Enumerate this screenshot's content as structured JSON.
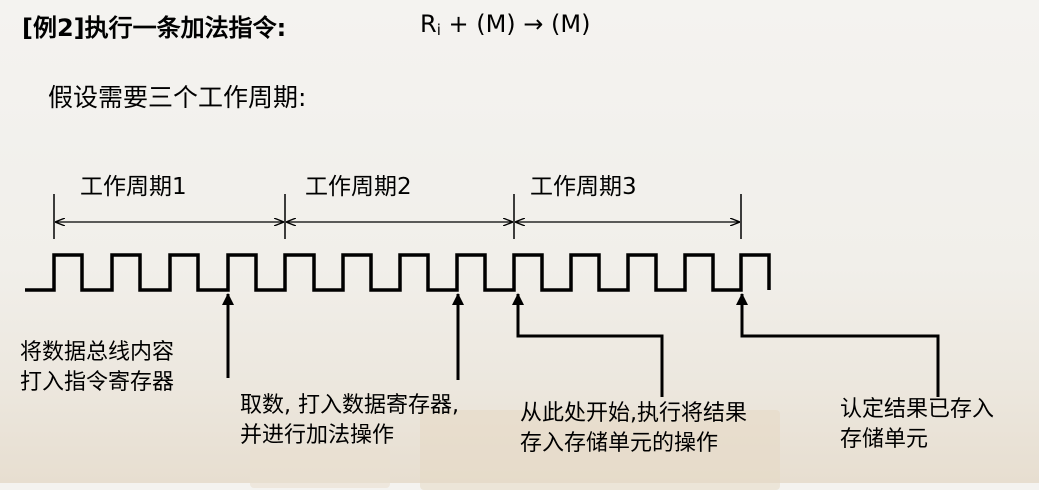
{
  "header": {
    "title": "[例2]执行一条加法指令:",
    "formula": {
      "r": "R",
      "r_sub": "i",
      "rest": " + (M) → (M)"
    }
  },
  "assumption": "假设需要三个工作周期:",
  "cycles": [
    {
      "label": "工作周期1"
    },
    {
      "label": "工作周期2"
    },
    {
      "label": "工作周期3"
    }
  ],
  "annotations": [
    {
      "lines": [
        "将数据总线内容",
        "打入指令寄存器"
      ]
    },
    {
      "lines": [
        "取数, 打入数据寄存器,",
        "并进行加法操作"
      ]
    },
    {
      "lines": [
        "从此处开始,执行将结果",
        "存入存储单元的操作"
      ]
    },
    {
      "lines": [
        "认定结果已存入",
        "存储单元"
      ]
    }
  ],
  "colors": {
    "ink": "#000000",
    "background": "#f2f0ec"
  }
}
